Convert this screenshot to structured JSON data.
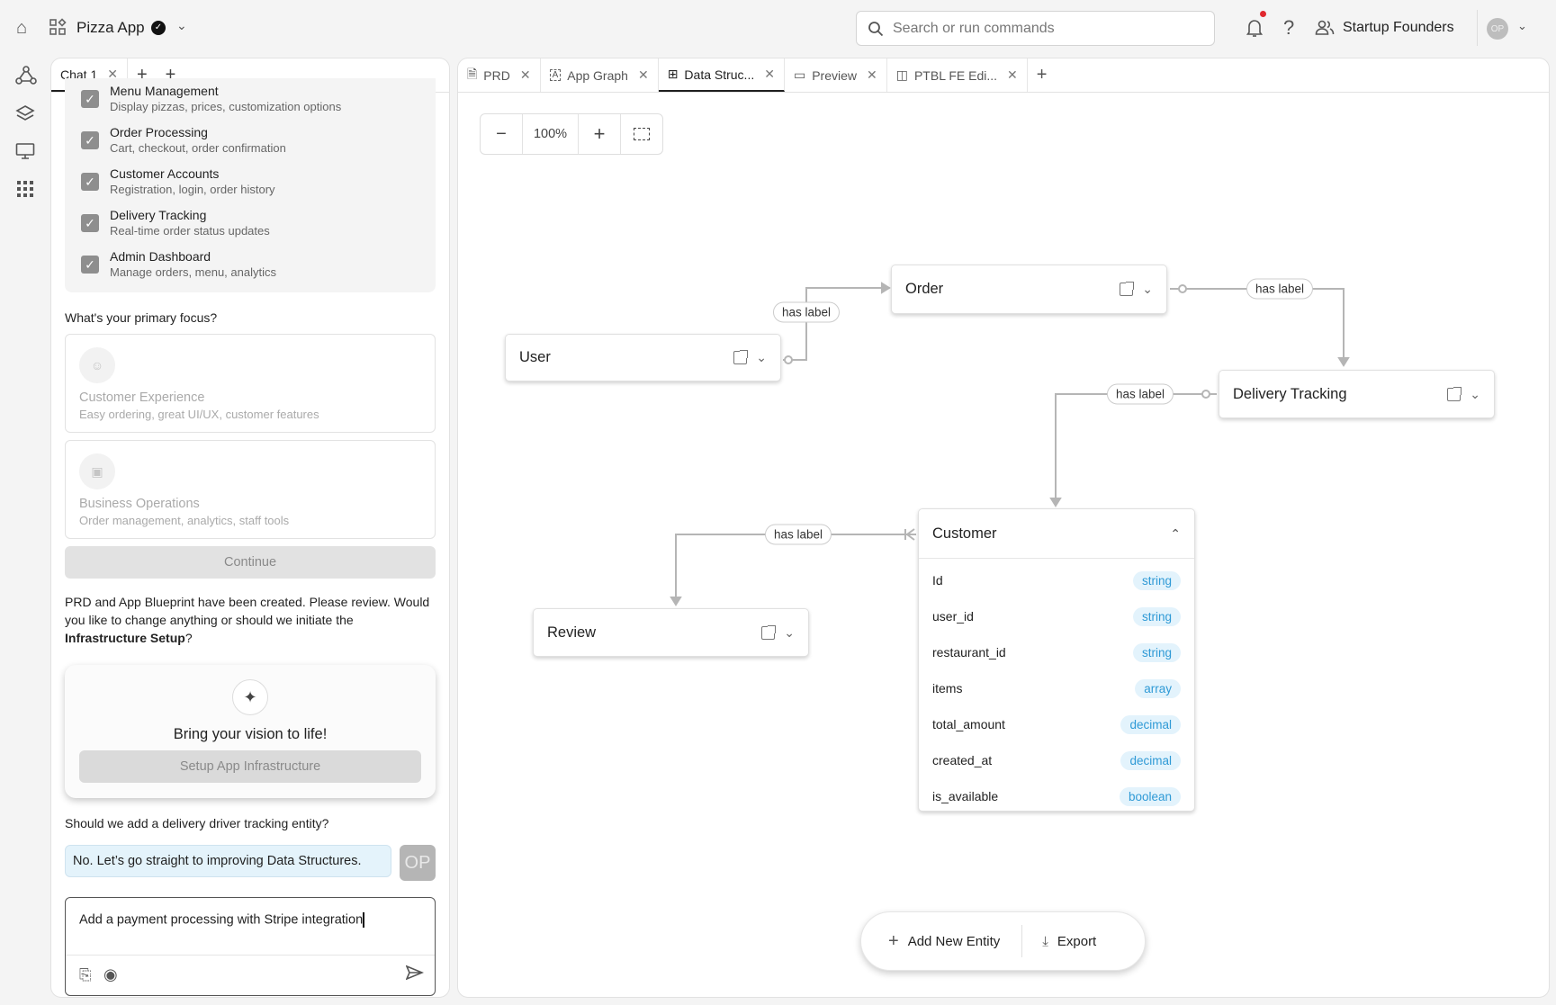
{
  "header": {
    "app_name": "Pizza App",
    "search_placeholder": "Search or run commands",
    "team": "Startup Founders",
    "avatar": "OP"
  },
  "chat": {
    "tabs": [
      {
        "label": "Chat 1"
      }
    ],
    "features": [
      {
        "title": "Menu Management",
        "desc": "Display pizzas, prices, customization options"
      },
      {
        "title": "Order Processing",
        "desc": "Cart, checkout, order confirmation"
      },
      {
        "title": "Customer Accounts",
        "desc": "Registration, login, order history"
      },
      {
        "title": "Delivery Tracking",
        "desc": "Real-time order status updates"
      },
      {
        "title": "Admin Dashboard",
        "desc": "Manage orders, menu, analytics"
      }
    ],
    "focus_question": "What's your primary focus?",
    "focus_options": [
      {
        "title": "Customer Experience",
        "desc": "Easy ordering, great UI/UX, customer features"
      },
      {
        "title": "Business Operations",
        "desc": "Order management, analytics, staff tools"
      }
    ],
    "continue_label": "Continue",
    "message_pre": "PRD and App Blueprint have been created. Please review. Would you like to change anything or should we initiate the ",
    "message_bold": "Infrastructure Setup",
    "message_post": "?",
    "vision_title": "Bring your vision to life!",
    "vision_button": "Setup App Infrastructure",
    "question": "Should we add a delivery driver tracking entity?",
    "user_reply": "No. Let’s go straight to improving Data Structures.",
    "user_avatar": "OP",
    "composer_value": "Add a payment processing with Stripe integration"
  },
  "workspace": {
    "tabs": [
      {
        "label": "PRD",
        "icon": "document-icon"
      },
      {
        "label": "App Graph",
        "icon": "app-graph-icon"
      },
      {
        "label": "Data Struc...",
        "icon": "data-structure-icon",
        "active": true
      },
      {
        "label": "Preview",
        "icon": "monitor-icon"
      },
      {
        "label": "PTBL FE Edi...",
        "icon": "layout-icon"
      }
    ],
    "zoom": "100%",
    "nodes": {
      "user": "User",
      "order": "Order",
      "delivery": "Delivery Tracking",
      "review": "Review",
      "customer": {
        "name": "Customer",
        "fields": [
          {
            "name": "Id",
            "type": "string"
          },
          {
            "name": "user_id",
            "type": "string"
          },
          {
            "name": "restaurant_id",
            "type": "string"
          },
          {
            "name": "items",
            "type": "array"
          },
          {
            "name": "total_amount",
            "type": "decimal"
          },
          {
            "name": "created_at",
            "type": "decimal"
          },
          {
            "name": "is_available",
            "type": "boolean"
          }
        ]
      }
    },
    "edges": [
      {
        "from": "User",
        "to": "Order",
        "label": "has label"
      },
      {
        "from": "Order",
        "to": "Delivery Tracking",
        "label": "has label"
      },
      {
        "from": "Delivery Tracking",
        "to": "Customer",
        "label": "has label"
      },
      {
        "from": "Customer",
        "to": "Review",
        "label": "has label"
      }
    ],
    "add_entity": "Add New Entity",
    "export": "Export"
  },
  "colors": {
    "accent_pill_bg": "#e3f3fc",
    "accent_pill_text": "#2f9ad6",
    "notification_dot": "#e0282e"
  }
}
